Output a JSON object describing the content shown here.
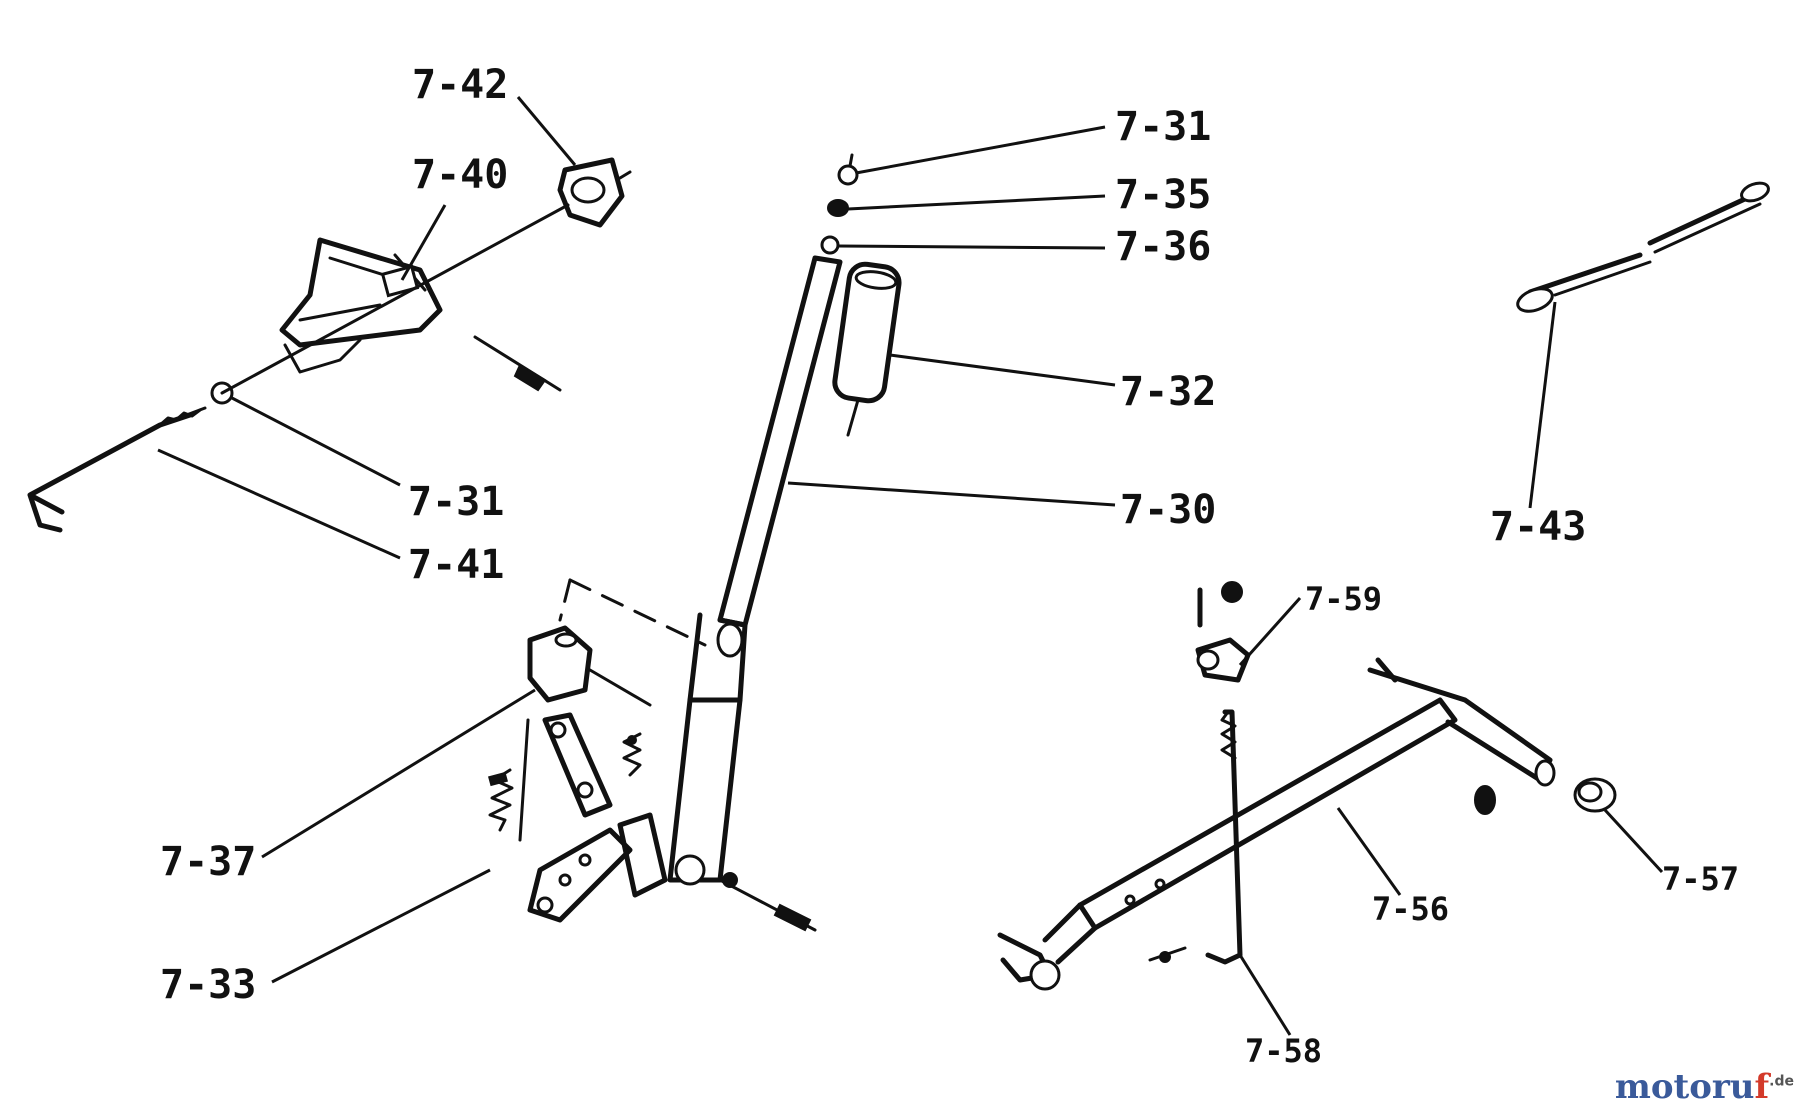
{
  "labels": {
    "l_7_42": "7-42",
    "l_7_40": "7-40",
    "l_7_31_top": "7-31",
    "l_7_35": "7-35",
    "l_7_36": "7-36",
    "l_7_32": "7-32",
    "l_7_30": "7-30",
    "l_7_31_left": "7-31",
    "l_7_41": "7-41",
    "l_7_43": "7-43",
    "l_7_59": "7-59",
    "l_7_37": "7-37",
    "l_7_33": "7-33",
    "l_7_56": "7-56",
    "l_7_57": "7-57",
    "l_7_58": "7-58"
  },
  "watermark": {
    "main": "motoru",
    "accent": "f",
    "suffix": ".de"
  },
  "colors": {
    "ink": "#111111",
    "background": "#ffffff",
    "watermark_blue": "#3a5a9a",
    "watermark_red": "#d33a2a"
  }
}
